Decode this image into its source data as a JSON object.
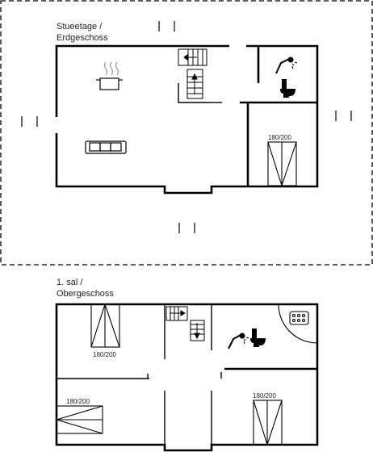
{
  "floors": [
    {
      "name_line1": "Stueetage /",
      "name_line2": "Erdgeschoss",
      "beds": [
        {
          "size_label": "180/200"
        }
      ]
    },
    {
      "name_line1": "1. sal /",
      "name_line2": "Obergeschoss",
      "beds": [
        {
          "size_label": "180/200"
        },
        {
          "size_label": "180/200"
        },
        {
          "size_label": "180/200"
        }
      ]
    }
  ],
  "icons": [
    "stove-pot-icon",
    "sofa-icon",
    "shower-icon",
    "toilet-icon",
    "stairs-up-icon",
    "stairs-down-icon",
    "bathtub-icon",
    "bed-icon"
  ],
  "colors": {
    "walls": "#000000",
    "background": "#ffffff",
    "plot_border": "#000000"
  }
}
